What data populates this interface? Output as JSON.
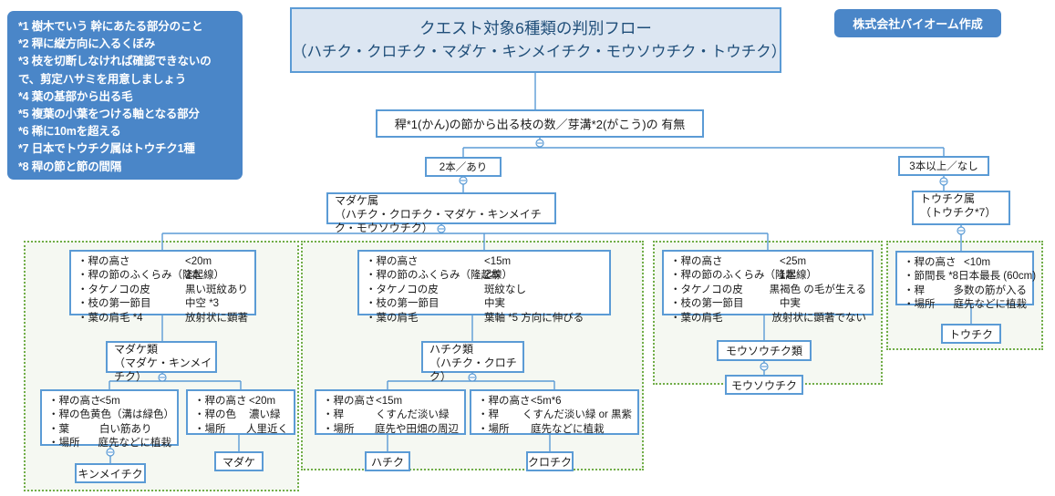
{
  "title": {
    "line1": "クエスト対象6種類の判別フロー",
    "line2": "（ハチク・クロチク・マダケ・キンメイチク・モウソウチク・トウチク）"
  },
  "credit": {
    "label": "株式会社バイオーム作成"
  },
  "legend": {
    "notes": [
      "*1 樹木でいう 幹にあたる部分のこと",
      "*2 稈に縦方向に入るくぼみ",
      "*3 枝を切断しなければ確認できないの",
      "で、剪定ハサミを用意しましょう",
      "*4 葉の基部から出る毛",
      "*5 複葉の小葉をつける軸となる部分",
      "*6 稀に10mを超える",
      "*7 日本でトウチク属はトウチク1種",
      "*8 稈の節と節の間隔"
    ]
  },
  "root_question": {
    "label": "稈*1(かん)の節から出る枝の数／芽溝*2(がこう)の 有無"
  },
  "branches": {
    "left_label": "2本／あり",
    "right_label": "3本以上／なし"
  },
  "genus": {
    "madake": {
      "line1": "マダケ属",
      "line2": "（ハチク・クロチク・マダケ・キンメイチク・モウソウチク）"
    },
    "tochiku": {
      "line1": "トウチク属",
      "line2": "（トウチク*7）"
    }
  },
  "attributes": {
    "madake_group": {
      "rows": [
        {
          "key": "・稈の高さ",
          "value": "<20m"
        },
        {
          "key": "・稈の節のふくらみ（隆起線）",
          "value": "2本"
        },
        {
          "key": "・タケノコの皮",
          "value": "黒い斑紋あり"
        },
        {
          "key": "・枝の第一節目",
          "value": "中空 *3"
        },
        {
          "key": "・葉の肩毛 *4",
          "value": "放射状に顕著"
        }
      ]
    },
    "hachiku_group": {
      "rows": [
        {
          "key": "・稈の高さ",
          "value": "<15m"
        },
        {
          "key": "・稈の節のふくらみ（隆起線）",
          "value": "2本"
        },
        {
          "key": "・タケノコの皮",
          "value": "斑紋なし"
        },
        {
          "key": "・枝の第一節目",
          "value": "中実"
        },
        {
          "key": "・葉の肩毛",
          "value": "葉軸 *5 方向に伸びる"
        }
      ]
    },
    "mousou_group": {
      "rows": [
        {
          "key": "・稈の高さ",
          "value": "<25m"
        },
        {
          "key": "・稈の節のふくらみ（隆起線）",
          "value": "1本"
        },
        {
          "key": "・タケノコの皮",
          "value": "黒褐色 の毛が生える"
        },
        {
          "key": "・枝の第一節目",
          "value": "中実"
        },
        {
          "key": "・葉の肩毛",
          "value": "放射状に顕著でない"
        }
      ]
    },
    "tochiku_detail": {
      "rows": [
        {
          "key": "・稈の高さ",
          "value": "<10m"
        },
        {
          "key": "・節間長 *8",
          "value": "日本最長 (60cm)"
        },
        {
          "key": "・稈",
          "value": "多数の筋が入る"
        },
        {
          "key": "・場所",
          "value": "庭先などに植栽"
        }
      ]
    },
    "kinmeichiku_detail": {
      "rows": [
        {
          "key": "・稈の高さ",
          "value": "<5m"
        },
        {
          "key": "・稈の色",
          "value": "黄色（溝は緑色）"
        },
        {
          "key": "・葉",
          "value": "白い筋あり"
        },
        {
          "key": "・場所",
          "value": "庭先などに植栽"
        }
      ]
    },
    "madake_detail": {
      "rows": [
        {
          "key": "・稈の高さ",
          "value": "<20m"
        },
        {
          "key": "・稈の色",
          "value": "濃い緑"
        },
        {
          "key": "・場所",
          "value": "人里近く"
        }
      ]
    },
    "hachiku_detail": {
      "rows": [
        {
          "key": "・稈の高さ",
          "value": "<15m"
        },
        {
          "key": "・稈",
          "value": "くすんだ淡い緑"
        },
        {
          "key": "・場所",
          "value": "庭先や田畑の周辺"
        }
      ]
    },
    "kurochiku_detail": {
      "rows": [
        {
          "key": "・稈の高さ",
          "value": "<5m*6"
        },
        {
          "key": "・稈",
          "value": "くすんだ淡い緑 or 黒紫"
        },
        {
          "key": "・場所",
          "value": "庭先などに植栽"
        }
      ]
    }
  },
  "groups": {
    "madake_rui": {
      "line1": "マダケ類",
      "line2": "（マダケ・キンメイチク）"
    },
    "hachiku_rui": {
      "line1": "ハチク類",
      "line2": "（ハチク・クロチク）"
    },
    "mousou_rui": {
      "label": "モウソウチク類"
    }
  },
  "leaves": {
    "mousouchiku": "モウソウチク",
    "tochiku": "トウチク",
    "kinmeichiku": "キンメイチク",
    "madake": "マダケ",
    "hachiku": "ハチク",
    "kurochiku": "クロチク"
  },
  "colors": {
    "accent_blue": "#5b9bd5",
    "legend_blue": "#4a86c8",
    "title_fill": "#dce6f2",
    "group_green": "#70ad47"
  }
}
